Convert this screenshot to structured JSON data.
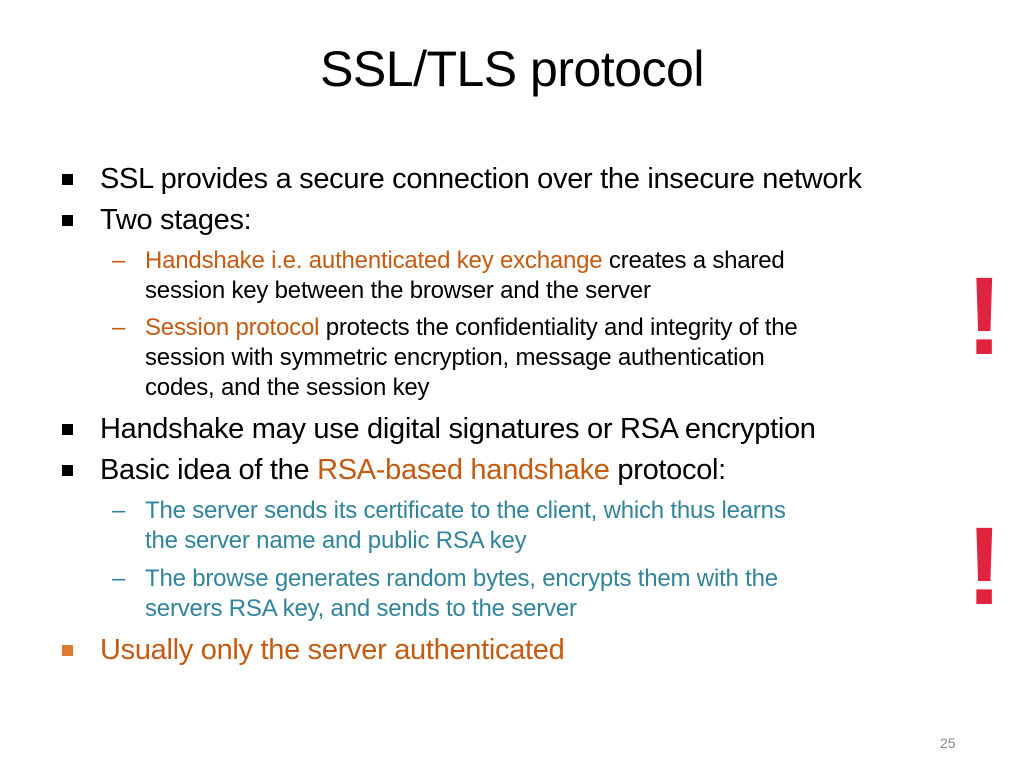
{
  "slide": {
    "title": "SSL/TLS protocol",
    "page_number": "25",
    "colors": {
      "text": "#000000",
      "orange": "#C55A11",
      "teal": "#31849B",
      "exclamation": "#E0243F"
    },
    "bullets": [
      {
        "text": "SSL provides a secure connection over the insecure network"
      },
      {
        "text": "Two stages:",
        "sub": [
          {
            "highlight": "Handshake i.e. authenticated key exchange",
            "line1_rest": " creates a shared",
            "line2": "session key between the browser and the server"
          },
          {
            "highlight": "Session protocol",
            "line1_rest": " protects the confidentiality and integrity of the",
            "line2": "session with symmetric encryption, message authentication",
            "line3": "codes, and the session key"
          }
        ]
      },
      {
        "text": "Handshake may use digital signatures or RSA encryption"
      },
      {
        "text_before": "Basic idea of the ",
        "highlight": "RSA-based handshake",
        "text_after": " protocol:",
        "sub": [
          {
            "line1": "The server sends its certificate to the client, which thus learns",
            "line2": "the server name and public RSA key"
          },
          {
            "line1": "The browse generates random bytes, encrypts them with the",
            "line2": "servers RSA key, and sends to the server"
          }
        ]
      },
      {
        "text": "Usually only the server authenticated"
      }
    ],
    "exclamations": [
      "!",
      "!"
    ],
    "dash": "–"
  }
}
